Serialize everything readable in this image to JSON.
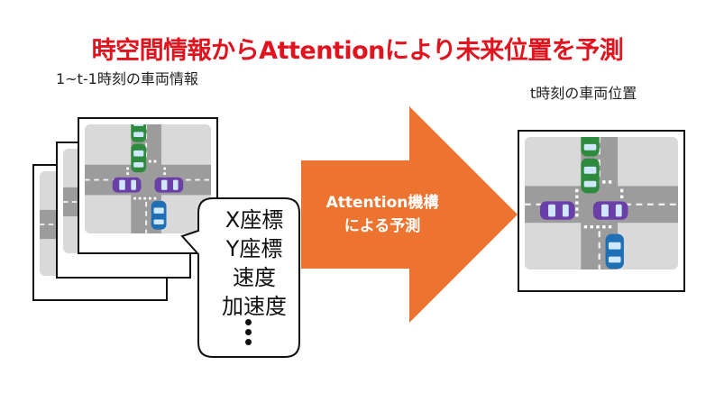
{
  "title": "時空間情報からAttentionにより未来位置を予測",
  "input_label": "1~t-1時刻の車両情報",
  "output_label": "t時刻の車両位置",
  "arrow_lines": [
    "Attention機構",
    "による予測"
  ],
  "features": [
    "X座標",
    "Y座標",
    "速度",
    "加速度"
  ],
  "colors": {
    "title": "#e0141e",
    "arrow": "#ec7430",
    "road": "#9a9a9a",
    "ground": "#d8d8d8",
    "car_green": "#2e8b3d",
    "car_purple": "#6b3fa8",
    "car_blue": "#1f6fb5"
  },
  "icons": [
    "intersection-map",
    "car-green",
    "car-purple",
    "car-blue",
    "ellipsis-vertical-icon"
  ]
}
